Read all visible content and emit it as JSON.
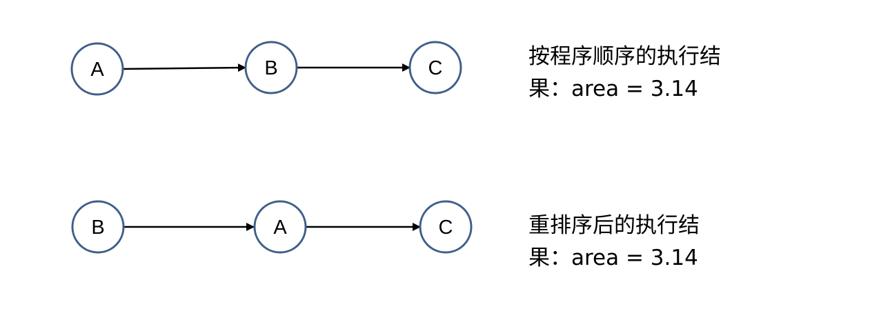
{
  "colors": {
    "node_stroke": "#3f5f8a",
    "arrow": "#000000",
    "text": "#000000"
  },
  "diagrams": [
    {
      "nodes": [
        "A",
        "B",
        "C"
      ],
      "caption": {
        "line1": "按程序顺序的执行结",
        "line2": "果：area = 3.14"
      }
    },
    {
      "nodes": [
        "B",
        "A",
        "C"
      ],
      "caption": {
        "line1": "重排序后的执行结",
        "line2": "果：area = 3.14"
      }
    }
  ]
}
